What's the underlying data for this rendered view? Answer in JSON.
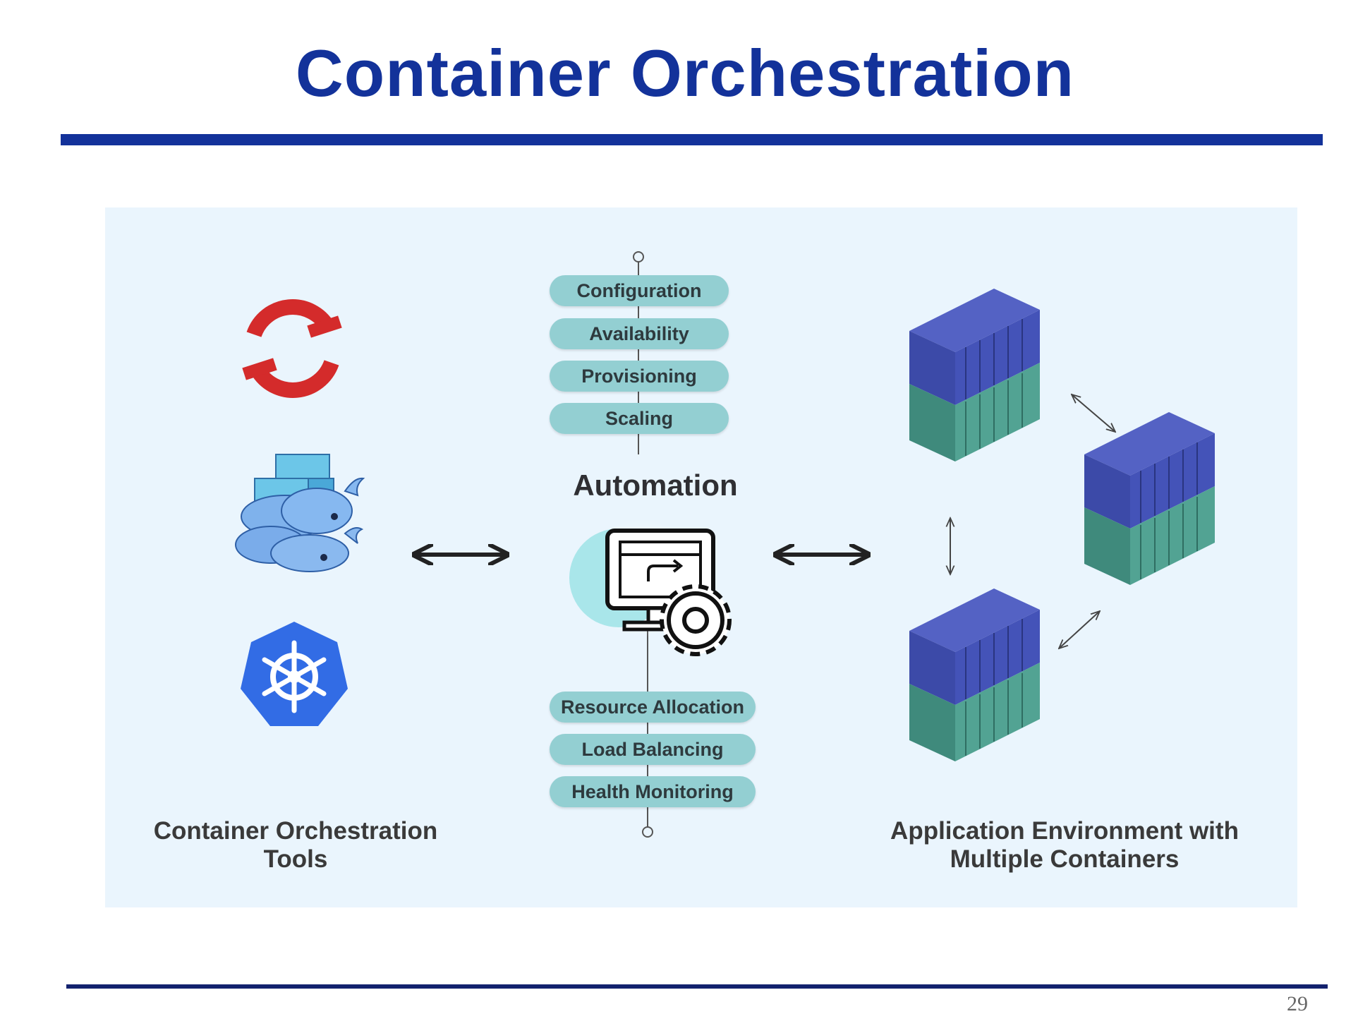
{
  "title": "Container Orchestration",
  "page_number": "29",
  "diagram": {
    "top_pills": [
      "Configuration",
      "Availability",
      "Provisioning",
      "Scaling"
    ],
    "center_label": "Automation",
    "bottom_pills": [
      "Resource Allocation",
      "Load Balancing",
      "Health Monitoring"
    ],
    "left_caption": [
      "Container Orchestration",
      "Tools"
    ],
    "right_caption": [
      "Application Environment with",
      "Multiple Containers"
    ],
    "tool_icons": [
      "openshift-logo-icon",
      "docker-swarm-whale-icon",
      "kubernetes-helm-icon"
    ],
    "center_icon": "monitor-gear-icon",
    "container_icons": [
      "shipping-container-stack-icon",
      "shipping-container-stack-icon",
      "shipping-container-stack-icon"
    ],
    "colors": {
      "title": "#13329a",
      "panel_bg": "#eaf5fd",
      "pill": "#93cfd2",
      "openshift_red": "#d42b2b",
      "docker_blue": "#5a9be3",
      "kubernetes_blue": "#326ce5",
      "container_top": "#3f4fb3",
      "container_bottom": "#4e9a8a"
    }
  }
}
